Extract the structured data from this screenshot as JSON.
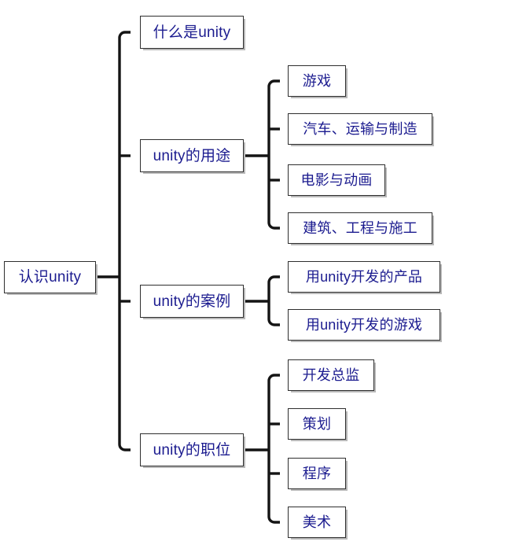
{
  "diagram": {
    "type": "mind-map",
    "title": "认识unity",
    "orientation": "left-to-right",
    "text_color": "#1b1b8f",
    "line_color": "#141414",
    "box_border_color": "#2e2e2e",
    "box_fill_color": "#ffffff",
    "shadow_color": "#b9b9b9",
    "background_color": "#ffffff"
  },
  "nodes": {
    "root": {
      "label": "认识unity"
    },
    "branch_1": {
      "label": "什么是unity"
    },
    "branch_2": {
      "label": "unity的用途"
    },
    "branch_3": {
      "label": "unity的案例"
    },
    "branch_4": {
      "label": "unity的职位"
    },
    "usage_1": {
      "label": "游戏"
    },
    "usage_2": {
      "label": "汽车、运输与制造"
    },
    "usage_3": {
      "label": "电影与动画"
    },
    "usage_4": {
      "label": "建筑、工程与施工"
    },
    "case_1": {
      "label": "用unity开发的产品"
    },
    "case_2": {
      "label": "用unity开发的游戏"
    },
    "job_1": {
      "label": "开发总监"
    },
    "job_2": {
      "label": "策划"
    },
    "job_3": {
      "label": "程序"
    },
    "job_4": {
      "label": "美术"
    }
  },
  "hierarchy": {
    "root_children": [
      "什么是unity",
      "unity的用途",
      "unity的案例",
      "unity的职位"
    ],
    "usage_children": [
      "游戏",
      "汽车、运输与制造",
      "电影与动画",
      "建筑、工程与施工"
    ],
    "case_children": [
      "用unity开发的产品",
      "用unity开发的游戏"
    ],
    "job_children": [
      "开发总监",
      "策划",
      "程序",
      "美术"
    ]
  }
}
